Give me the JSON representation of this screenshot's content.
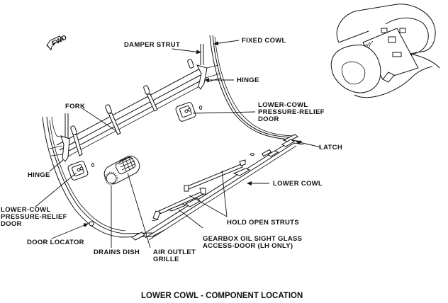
{
  "figure": {
    "title": "LOWER COWL - COMPONENT LOCATION",
    "fwd_marker": "FWD"
  },
  "labels": {
    "damper_strut": "DAMPER STRUT",
    "fixed_cowl": "FIXED COWL",
    "hinge_upper": "HINGE",
    "fork": "FORK",
    "lcprd_right": [
      "LOWER-COWL",
      "PRESSURE-RELIEF",
      "DOOR"
    ],
    "latch": "LATCH",
    "hinge_left": "HINGE",
    "lower_cowl": "LOWER COWL",
    "lcprd_left": [
      "LOWER-COWL",
      "PRESSURE-RELIEF",
      "DOOR"
    ],
    "hold_open_struts": "HOLD OPEN STRUTS",
    "gearbox_door": [
      "GEARBOX OIL SIGHT GLASS",
      "ACCESS-DOOR (LH ONLY)"
    ],
    "door_locator": "DOOR LOCATOR",
    "drains_dish": "DRAINS DISH",
    "air_outlet_grille": [
      "AIR OUTLET",
      "GRILLE"
    ]
  }
}
